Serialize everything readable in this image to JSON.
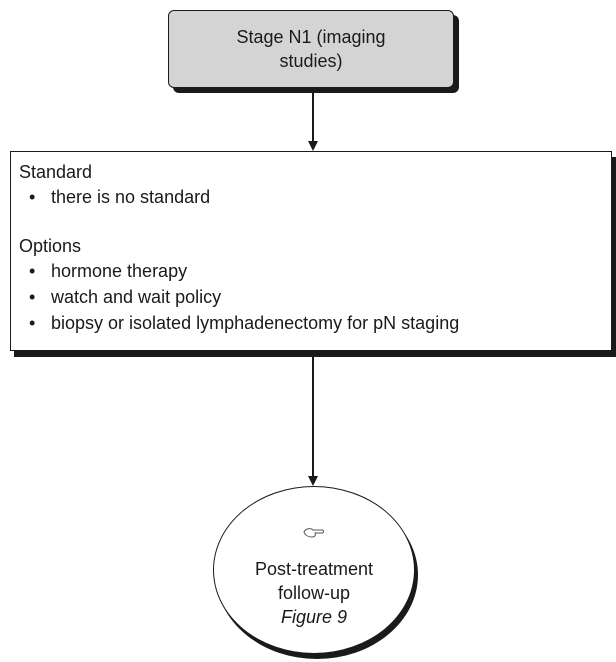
{
  "nodes": {
    "stage": {
      "line1": "Stage N1 (imaging",
      "line2": "studies)"
    },
    "treatment": {
      "standard_title": "Standard",
      "standard_items": [
        "there is no standard"
      ],
      "options_title": "Options",
      "options_items": [
        "hormone therapy",
        "watch and wait policy",
        "biopsy or isolated lymphadenectomy for pN staging"
      ]
    },
    "followup": {
      "icon": "pointing-hand-icon",
      "line1": "Post-treatment",
      "line2": "follow-up",
      "line3": "Figure 9"
    }
  },
  "bullet_glyph": "•"
}
